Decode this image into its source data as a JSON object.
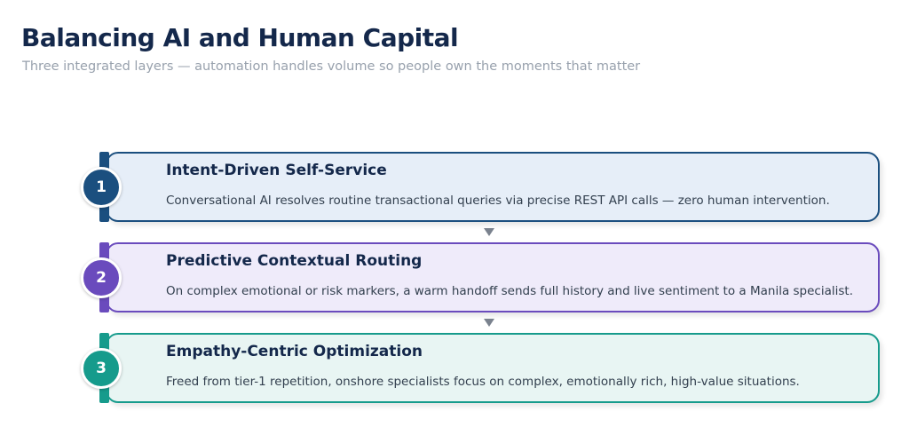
{
  "header": {
    "title": "Balancing AI and Human Capital",
    "subtitle": "Three integrated layers — automation handles volume so people own the moments that matter"
  },
  "layers": [
    {
      "number": "1",
      "title": "Intent-Driven Self-Service",
      "description": "Conversational AI resolves routine transactional queries via precise REST API calls — zero human intervention.",
      "accent": "#1b4f7f",
      "fill": "#e6eef8",
      "border": "#1b4f7f"
    },
    {
      "number": "2",
      "title": "Predictive Contextual Routing",
      "description": "On complex emotional or risk markers, a warm handoff sends full history and live sentiment to a Manila specialist.",
      "accent": "#6a4bbd",
      "fill": "#efebfa",
      "border": "#6a4bbd"
    },
    {
      "number": "3",
      "title": "Empathy-Centric Optimization",
      "description": "Freed from tier-1 repetition, onshore specialists focus on complex, emotionally rich, high-value situations.",
      "accent": "#169b8c",
      "fill": "#e8f5f3",
      "border": "#169b8c"
    }
  ],
  "connector_icon": "down-triangle-icon"
}
